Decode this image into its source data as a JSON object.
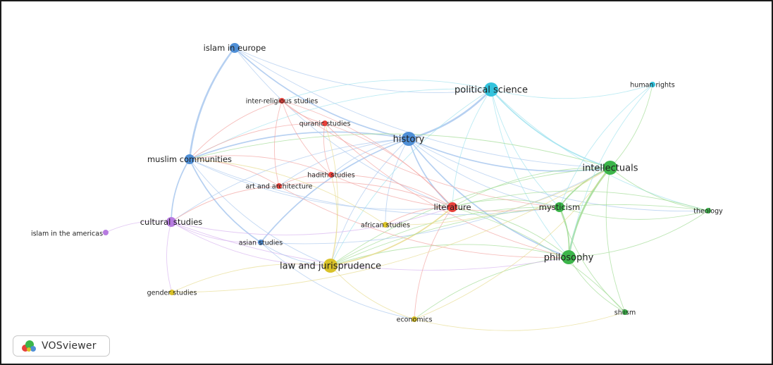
{
  "network": {
    "clusters": {
      "red": "#e8413b",
      "green": "#3cb54a",
      "blue": "#4f8fd6",
      "yellow": "#d9c229",
      "purple": "#b77be0",
      "cyan": "#33c3dd"
    },
    "edge_colors": {
      "red": "#f2a39f",
      "green": "#9fdb93",
      "blue": "#a9c8ee",
      "yellow": "#e7dc8e",
      "purple": "#d7b4ef",
      "cyan": "#9fe2ee"
    },
    "nodes": [
      {
        "id": "history",
        "label": "history",
        "cluster": "blue",
        "weight": 3
      },
      {
        "id": "political-science",
        "label": "political science",
        "cluster": "cyan",
        "weight": 3
      },
      {
        "id": "intellectuals",
        "label": "intellectuals",
        "cluster": "green",
        "weight": 3
      },
      {
        "id": "philosophy",
        "label": "philosophy",
        "cluster": "green",
        "weight": 3
      },
      {
        "id": "muslim-communities",
        "label": "muslim communities",
        "cluster": "blue",
        "weight": 2
      },
      {
        "id": "islam-in-europe",
        "label": "islam in europe",
        "cluster": "blue",
        "weight": 2
      },
      {
        "id": "cultural-studies",
        "label": "cultural studies",
        "cluster": "purple",
        "weight": 2
      },
      {
        "id": "asian-studies",
        "label": "asian studies",
        "cluster": "blue",
        "weight": 1
      },
      {
        "id": "law-and-jurisprudence",
        "label": "law and jurisprudence",
        "cluster": "yellow",
        "weight": 3
      },
      {
        "id": "literature",
        "label": "literature",
        "cluster": "red",
        "weight": 2
      },
      {
        "id": "mysticism",
        "label": "mysticism",
        "cluster": "green",
        "weight": 2
      },
      {
        "id": "inter-religious-studies",
        "label": "inter-religious studies",
        "cluster": "red",
        "weight": 1
      },
      {
        "id": "quranic-studies",
        "label": "quranic studies",
        "cluster": "red",
        "weight": 1
      },
      {
        "id": "hadith-studies",
        "label": "hadith studies",
        "cluster": "red",
        "weight": 1
      },
      {
        "id": "art-and-architecture",
        "label": "art and architecture",
        "cluster": "red",
        "weight": 1
      },
      {
        "id": "african-studies",
        "label": "african studies",
        "cluster": "yellow",
        "weight": 1
      },
      {
        "id": "human-rights",
        "label": "human rights",
        "cluster": "cyan",
        "weight": 1
      },
      {
        "id": "theology",
        "label": "theology",
        "cluster": "green",
        "weight": 1
      },
      {
        "id": "shiism",
        "label": "shiism",
        "cluster": "green",
        "weight": 1
      },
      {
        "id": "economics",
        "label": "economics",
        "cluster": "yellow",
        "weight": 1
      },
      {
        "id": "gender-studies",
        "label": "gender studies",
        "cluster": "yellow",
        "weight": 1
      },
      {
        "id": "islam-in-the-americas",
        "label": "islam in the americas",
        "cluster": "purple",
        "weight": 1
      }
    ],
    "edges": [
      [
        "islam-in-europe",
        "muslim-communities",
        3
      ],
      [
        "islam-in-europe",
        "history",
        2
      ],
      [
        "islam-in-europe",
        "political-science",
        1
      ],
      [
        "islam-in-europe",
        "intellectuals",
        1
      ],
      [
        "islam-in-europe",
        "literature",
        1
      ],
      [
        "history",
        "political-science",
        3
      ],
      [
        "history",
        "intellectuals",
        2
      ],
      [
        "history",
        "muslim-communities",
        2
      ],
      [
        "history",
        "philosophy",
        2
      ],
      [
        "history",
        "asian-studies",
        2
      ],
      [
        "history",
        "cultural-studies",
        1
      ],
      [
        "history",
        "literature",
        2
      ],
      [
        "history",
        "mysticism",
        1
      ],
      [
        "history",
        "law-and-jurisprudence",
        1
      ],
      [
        "history",
        "art-and-architecture",
        1
      ],
      [
        "history",
        "hadith-studies",
        1
      ],
      [
        "history",
        "theology",
        1
      ],
      [
        "history",
        "african-studies",
        1
      ],
      [
        "political-science",
        "intellectuals",
        2
      ],
      [
        "political-science",
        "human-rights",
        1
      ],
      [
        "political-science",
        "philosophy",
        1
      ],
      [
        "political-science",
        "muslim-communities",
        1
      ],
      [
        "political-science",
        "mysticism",
        1
      ],
      [
        "political-science",
        "literature",
        1
      ],
      [
        "political-science",
        "law-and-jurisprudence",
        1
      ],
      [
        "political-science",
        "theology",
        1
      ],
      [
        "political-science",
        "inter-religious-studies",
        1
      ],
      [
        "intellectuals",
        "philosophy",
        3
      ],
      [
        "intellectuals",
        "mysticism",
        2
      ],
      [
        "intellectuals",
        "theology",
        1
      ],
      [
        "intellectuals",
        "shiism",
        1
      ],
      [
        "intellectuals",
        "literature",
        1
      ],
      [
        "intellectuals",
        "muslim-communities",
        1
      ],
      [
        "intellectuals",
        "human-rights",
        1
      ],
      [
        "intellectuals",
        "law-and-jurisprudence",
        1
      ],
      [
        "philosophy",
        "mysticism",
        2
      ],
      [
        "philosophy",
        "shiism",
        1
      ],
      [
        "philosophy",
        "theology",
        1
      ],
      [
        "philosophy",
        "literature",
        1
      ],
      [
        "philosophy",
        "law-and-jurisprudence",
        1
      ],
      [
        "philosophy",
        "economics",
        1
      ],
      [
        "mysticism",
        "theology",
        1
      ],
      [
        "mysticism",
        "literature",
        1
      ],
      [
        "mysticism",
        "law-and-jurisprudence",
        1
      ],
      [
        "mysticism",
        "shiism",
        1
      ],
      [
        "muslim-communities",
        "cultural-studies",
        2
      ],
      [
        "muslim-communities",
        "asian-studies",
        2
      ],
      [
        "muslim-communities",
        "literature",
        1
      ],
      [
        "muslim-communities",
        "law-and-jurisprudence",
        1
      ],
      [
        "muslim-communities",
        "mysticism",
        1
      ],
      [
        "cultural-studies",
        "islam-in-the-americas",
        1
      ],
      [
        "cultural-studies",
        "gender-studies",
        1
      ],
      [
        "cultural-studies",
        "asian-studies",
        1
      ],
      [
        "cultural-studies",
        "law-and-jurisprudence",
        1
      ],
      [
        "cultural-studies",
        "literature",
        1
      ],
      [
        "cultural-studies",
        "philosophy",
        1
      ],
      [
        "asian-studies",
        "law-and-jurisprudence",
        1
      ],
      [
        "asian-studies",
        "economics",
        1
      ],
      [
        "asian-studies",
        "intellectuals",
        1
      ],
      [
        "law-and-jurisprudence",
        "literature",
        2
      ],
      [
        "law-and-jurisprudence",
        "hadith-studies",
        1
      ],
      [
        "law-and-jurisprudence",
        "gender-studies",
        1
      ],
      [
        "law-and-jurisprudence",
        "economics",
        1
      ],
      [
        "law-and-jurisprudence",
        "quranic-studies",
        1
      ],
      [
        "literature",
        "inter-religious-studies",
        1
      ],
      [
        "literature",
        "quranic-studies",
        1
      ],
      [
        "literature",
        "hadith-studies",
        1
      ],
      [
        "literature",
        "art-and-architecture",
        1
      ],
      [
        "literature",
        "african-studies",
        1
      ],
      [
        "literature",
        "economics",
        1
      ],
      [
        "inter-religious-studies",
        "quranic-studies",
        1
      ],
      [
        "inter-religious-studies",
        "hadith-studies",
        1
      ],
      [
        "inter-religious-studies",
        "art-and-architecture",
        1
      ],
      [
        "inter-religious-studies",
        "muslim-communities",
        1
      ],
      [
        "inter-religious-studies",
        "mysticism",
        1
      ],
      [
        "quranic-studies",
        "hadith-studies",
        1
      ],
      [
        "quranic-studies",
        "muslim-communities",
        1
      ],
      [
        "quranic-studies",
        "philosophy",
        1
      ],
      [
        "hadith-studies",
        "art-and-architecture",
        1
      ],
      [
        "hadith-studies",
        "muslim-communities",
        1
      ],
      [
        "hadith-studies",
        "mysticism",
        1
      ],
      [
        "art-and-architecture",
        "muslim-communities",
        1
      ],
      [
        "art-and-architecture",
        "cultural-studies",
        1
      ],
      [
        "art-and-architecture",
        "philosophy",
        1
      ],
      [
        "african-studies",
        "muslim-communities",
        1
      ],
      [
        "african-studies",
        "intellectuals",
        1
      ],
      [
        "economics",
        "intellectuals",
        1
      ],
      [
        "economics",
        "shiism",
        1
      ],
      [
        "gender-studies",
        "intellectuals",
        1
      ],
      [
        "theology",
        "law-and-jurisprudence",
        1
      ],
      [
        "theology",
        "literature",
        1
      ],
      [
        "human-rights",
        "mysticism",
        1
      ],
      [
        "human-rights",
        "philosophy",
        1
      ],
      [
        "shiism",
        "literature",
        1
      ]
    ]
  },
  "brand": {
    "name": "VOSviewer",
    "icon": "vosviewer-logo-icon"
  }
}
